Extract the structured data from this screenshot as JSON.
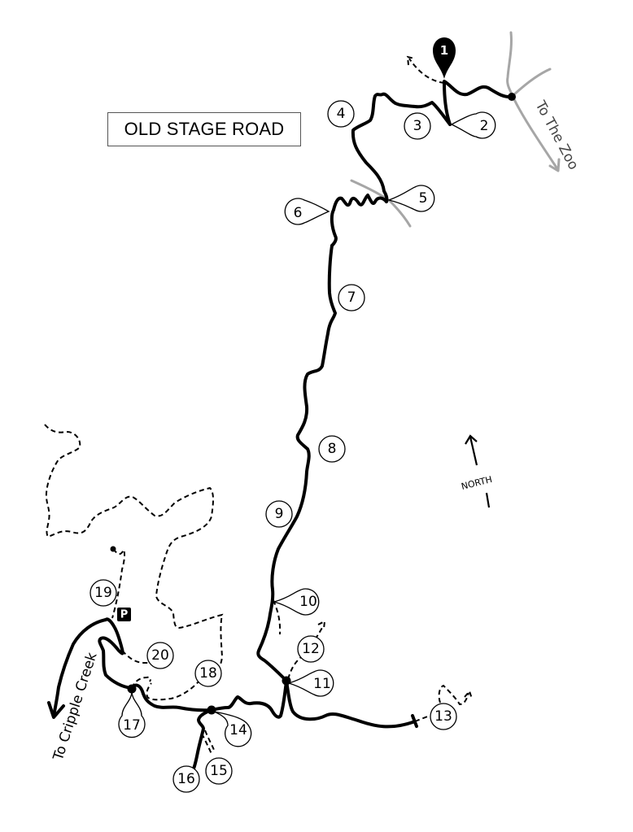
{
  "title": "OLD STAGE ROAD",
  "labels": {
    "zoo": "To The Zoo",
    "cripple_creek": "To Cripple Creek",
    "north": "NORTH",
    "parking": "P",
    "start": "1"
  },
  "markers": [
    "2",
    "3",
    "4",
    "5",
    "6",
    "7",
    "8",
    "9",
    "10",
    "11",
    "12",
    "13",
    "14",
    "15",
    "16",
    "17",
    "18",
    "19",
    "20"
  ],
  "colors": {
    "trail": "#000000",
    "road": "#a6a6a6",
    "background": "#ffffff"
  }
}
